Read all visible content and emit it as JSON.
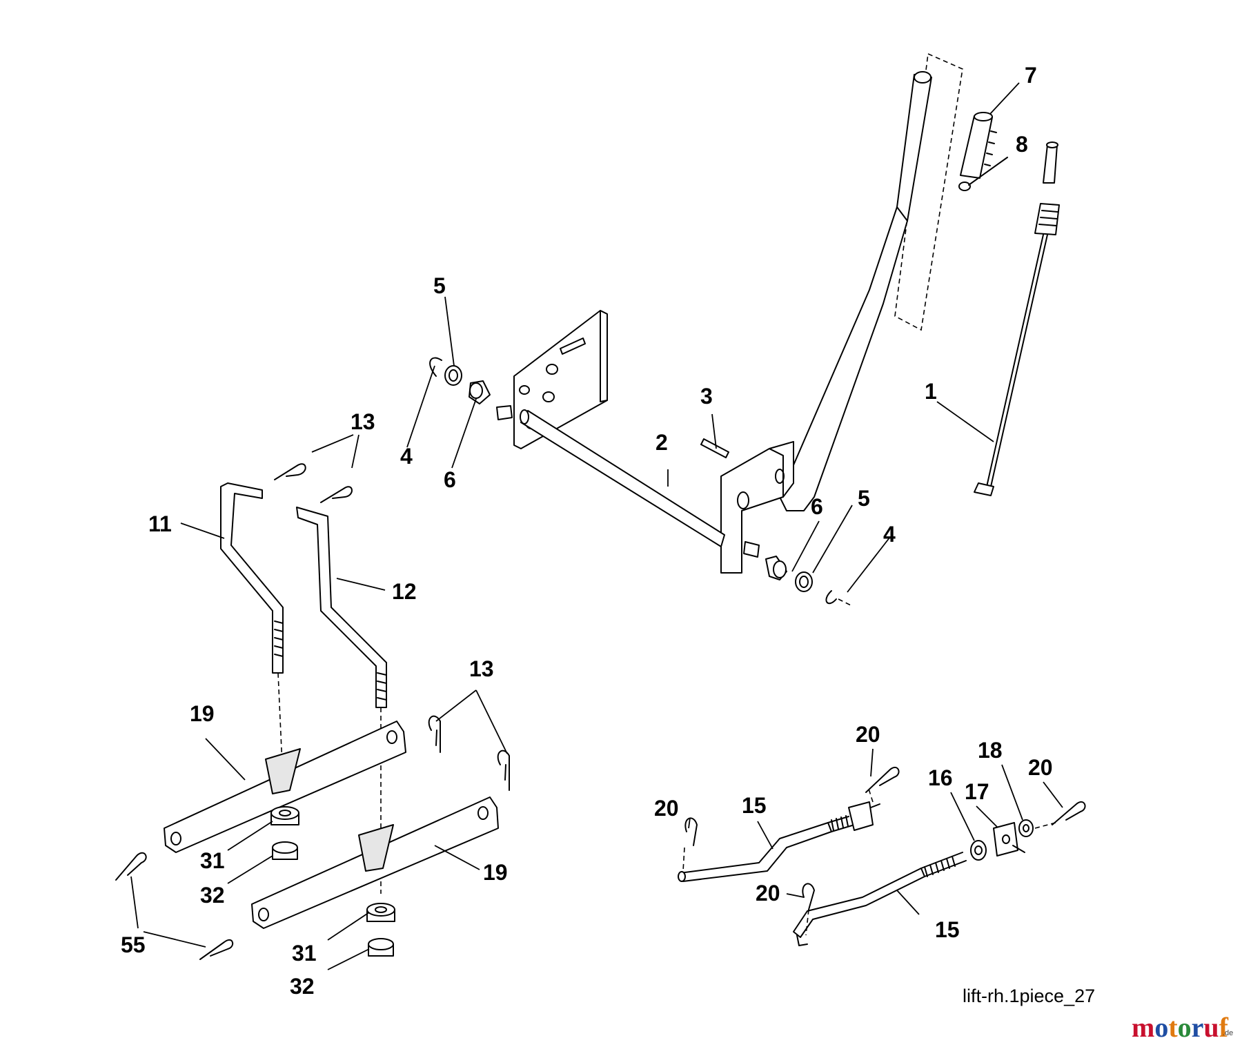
{
  "diagram": {
    "reference_code": "lift-rh.1piece_27",
    "callouts": [
      "1",
      "2",
      "3",
      "4",
      "4",
      "5",
      "5",
      "6",
      "6",
      "7",
      "8",
      "11",
      "12",
      "13",
      "13",
      "15",
      "15",
      "16",
      "17",
      "18",
      "19",
      "19",
      "20",
      "20",
      "20",
      "20",
      "31",
      "31",
      "32",
      "32",
      "55"
    ]
  },
  "watermark": {
    "letters": [
      "m",
      "o",
      "t",
      "o",
      "r",
      "u",
      "f"
    ],
    "colors": [
      "#c8102e",
      "#1f4ea3",
      "#e07a10",
      "#2a8a3a",
      "#1f4ea3",
      "#c8102e",
      "#e07a10"
    ],
    "suffix": ".de"
  }
}
